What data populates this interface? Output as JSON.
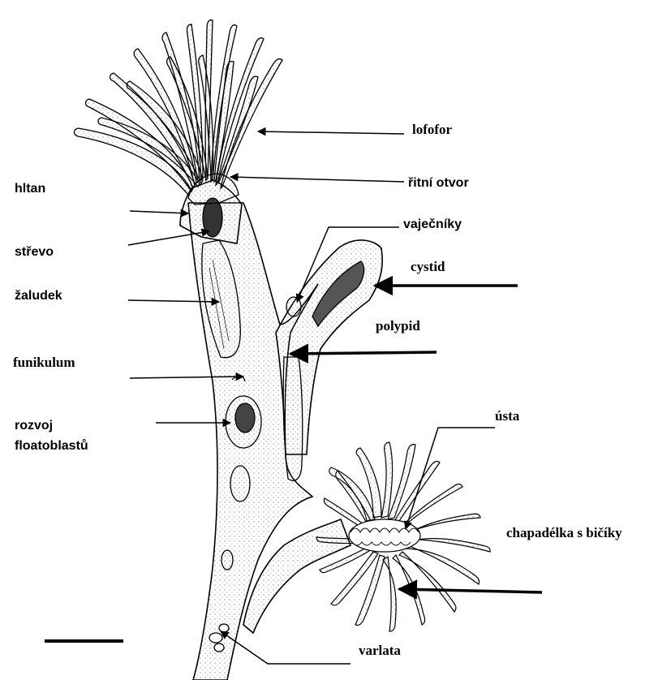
{
  "labels": {
    "lofofor": "lofofor",
    "ritni_otvor": "řitní otvor",
    "hltan": "hltan",
    "strevo": "střevo",
    "zaludek": "žaludek",
    "funikulum": "funikulum",
    "rozvoj_line1": "rozvoj",
    "rozvoj_line2": "floatoblastů",
    "vajecniky": "vaječníky",
    "cystid": "cystid",
    "polypid": "polypid",
    "usta": "ústa",
    "chapadelka": "chapadélka s bičíky",
    "varlata": "varlata"
  },
  "colors": {
    "ink": "#000000",
    "paper": "#ffffff",
    "stipple": "#555555"
  }
}
